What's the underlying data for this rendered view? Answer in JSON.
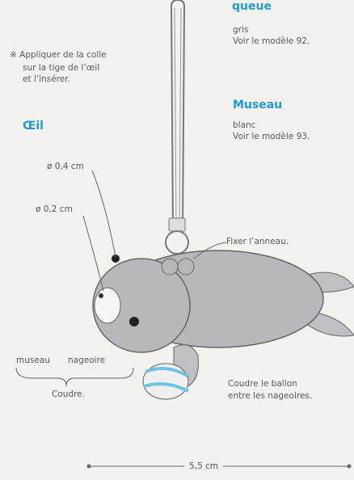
{
  "right_column": {
    "queue": {
      "title": "queue",
      "color": "gris",
      "model": "Voir le modèle 92."
    },
    "museau": {
      "title": "Museau",
      "color": "blanc",
      "model": "Voir le modèle 93."
    }
  },
  "note": [
    "Appliquer de la colle",
    "sur la tige de l’œil",
    "et l’insérer."
  ],
  "eye": {
    "title": "Œil",
    "d1": "ø 0,4 cm",
    "d2": "ø 0,2 cm"
  },
  "labels": {
    "ring": "Fixer l’anneau.",
    "museau": "museau",
    "nageoire": "nageoire",
    "coudre": "Coudre.",
    "ball_line1": "Coudre le ballon",
    "ball_line2": "entre les nageoires.",
    "width": "5,5 cm"
  },
  "colors": {
    "accent": "#1f9bd6",
    "body": "#b8b8bc",
    "ball_blue": "#6fc3e6"
  }
}
